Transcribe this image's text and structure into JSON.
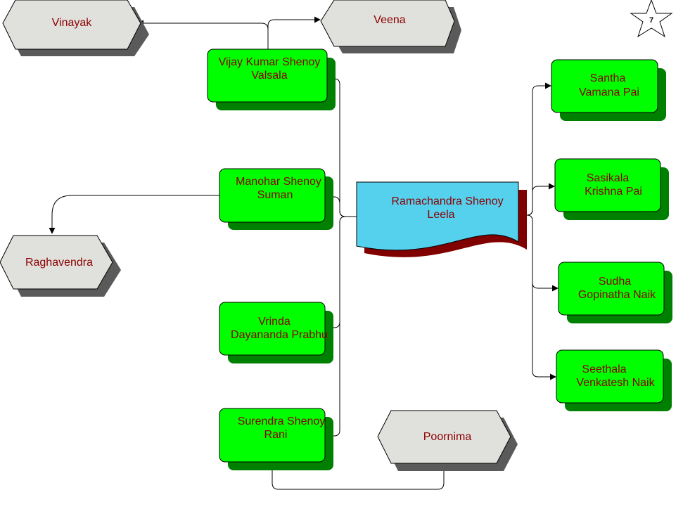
{
  "diagram": {
    "page_number": "7",
    "center": {
      "line1": "Ramachandra Shenoy",
      "line2": "Leela"
    },
    "left_children": [
      {
        "line1": "Vijay Kumar Shenoy",
        "line2": "Valsala"
      },
      {
        "line1": "Manohar Shenoy",
        "line2": "Suman"
      },
      {
        "line1": "Vrinda",
        "line2": "Dayananda Prabhu"
      },
      {
        "line1": "Surendra Shenoy",
        "line2": "Rani"
      }
    ],
    "right_children": [
      {
        "line1": "Santha",
        "line2": "Vamana Pai"
      },
      {
        "line1": "Sasikala",
        "line2": "Krishna Pai"
      },
      {
        "line1": "Sudha",
        "line2": "Gopinatha Naik"
      },
      {
        "line1": "Seethala",
        "line2": "Venkatesh Naik"
      }
    ],
    "grandchildren": {
      "vinayak": "Vinayak",
      "veena": "Veena",
      "raghavendra": "Raghavendra",
      "poornima": "Poornima"
    },
    "colors": {
      "person_box": "#00ff00",
      "person_shadow": "#008000",
      "center_fill": "#55d1ee",
      "center_shadow": "#800000",
      "hex_fill": "#e0e0dc",
      "hex_shadow": "#5a5a5a",
      "name_text": "#8b0000"
    }
  }
}
